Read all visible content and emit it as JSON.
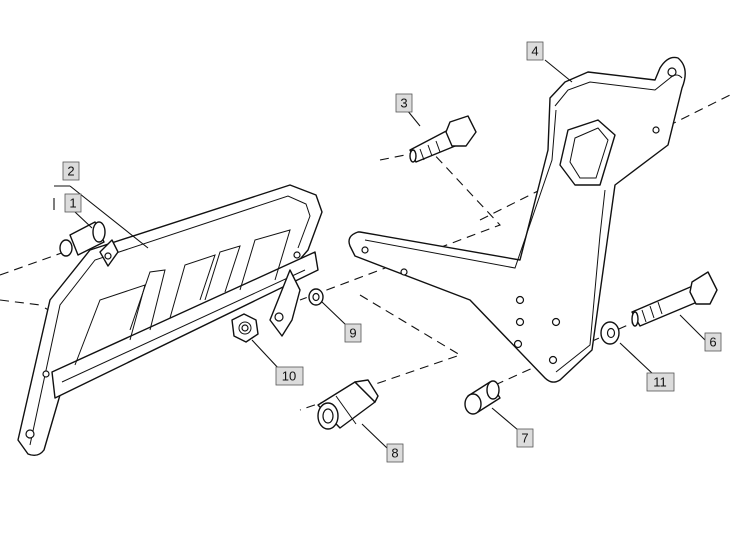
{
  "callouts": [
    {
      "id": "c1",
      "label": "1"
    },
    {
      "id": "c2",
      "label": "2"
    },
    {
      "id": "c3",
      "label": "3"
    },
    {
      "id": "c4",
      "label": "4"
    },
    {
      "id": "c6",
      "label": "6"
    },
    {
      "id": "c7",
      "label": "7"
    },
    {
      "id": "c8",
      "label": "8"
    },
    {
      "id": "c9",
      "label": "9"
    },
    {
      "id": "c10",
      "label": "10"
    },
    {
      "id": "c11",
      "label": "11"
    }
  ],
  "colors": {
    "line": "#111111",
    "callout_fill": "#dcdcdc",
    "background": "#ffffff"
  }
}
